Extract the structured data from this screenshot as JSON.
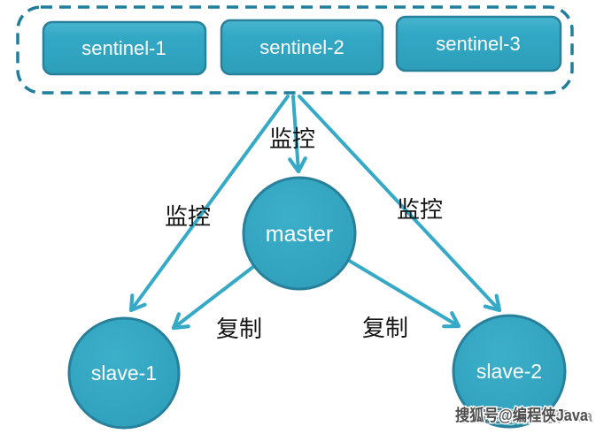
{
  "diagram": {
    "title": "redis-sentinel-master-slave-architecture",
    "sentinels": [
      {
        "label": "sentinel-1"
      },
      {
        "label": "sentinel-2"
      },
      {
        "label": "sentinel-3"
      }
    ],
    "master": {
      "label": "master"
    },
    "slave1": {
      "label": "slave-1"
    },
    "slave2": {
      "label": "slave-2"
    },
    "edge_labels": {
      "monitor_top": "监控",
      "monitor_left": "监控",
      "monitor_right": "监控",
      "replicate_left": "复制",
      "replicate_right": "复制"
    },
    "watermark": "搜狐号@编程侠Java"
  },
  "colors": {
    "node_fill": "#31A5C1",
    "node_stroke": "#28809B",
    "connector": "#35A9C6",
    "dashed_border": "#1F7E9C",
    "edge_label_text": "#141414",
    "node_text": "#FFFFFF",
    "watermark_text": "#4D4D4D",
    "watermark_outline": "#FFFFFF",
    "background": "#FFFFFF"
  }
}
